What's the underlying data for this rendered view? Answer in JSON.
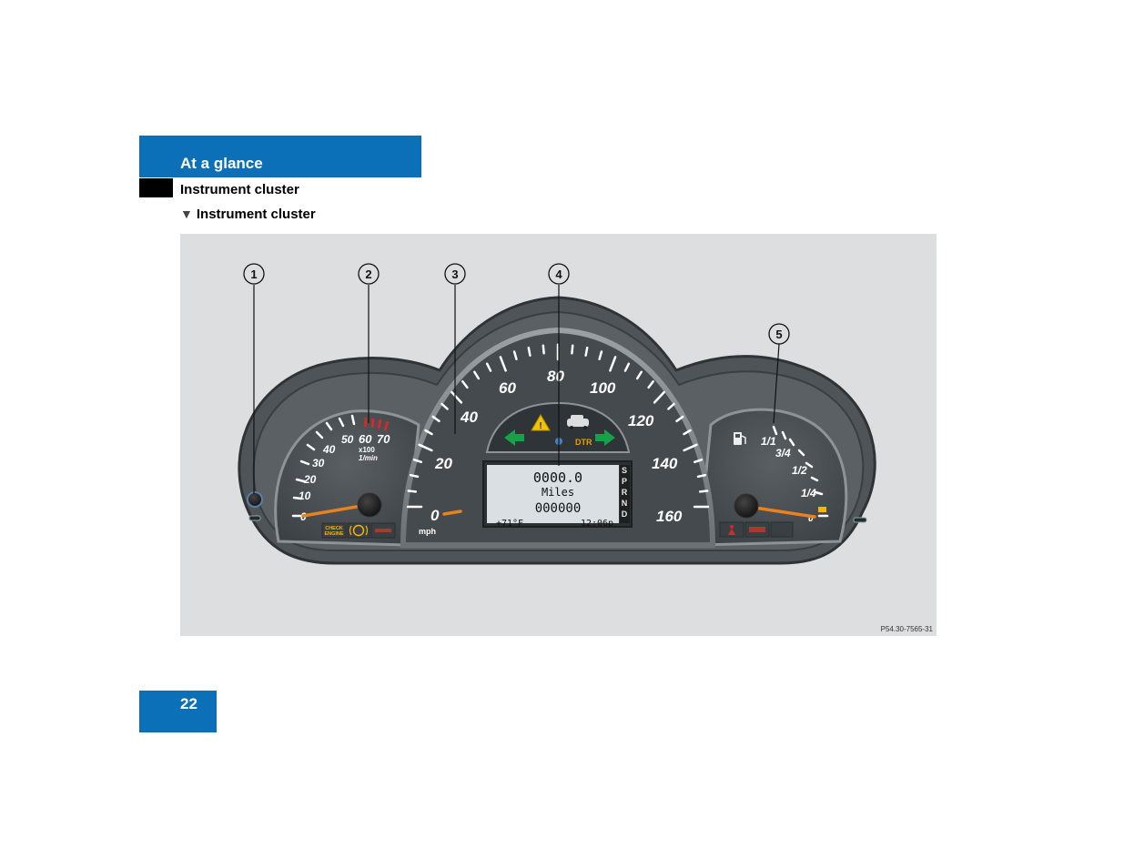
{
  "header": {
    "section_title": "At a glance",
    "subheading": "Instrument cluster",
    "subsubheading": "Instrument cluster"
  },
  "figure": {
    "callouts": [
      "1",
      "2",
      "3",
      "4",
      "5"
    ],
    "tachometer": {
      "ticks": [
        "0",
        "10",
        "20",
        "30",
        "40",
        "50",
        "60",
        "70"
      ],
      "unit_line1": "x100",
      "unit_line2": "1/min",
      "warning1": "CHECK",
      "warning2": "ENGINE"
    },
    "speedometer": {
      "ticks": [
        "0",
        "20",
        "40",
        "60",
        "80",
        "100",
        "120",
        "140",
        "160"
      ],
      "unit": "mph"
    },
    "indicators": {
      "dtr": "DTR"
    },
    "display": {
      "trip": "0000.0",
      "unit": "Miles",
      "odometer": "000000",
      "temperature": "+71°F",
      "time": "12:06p",
      "gears": [
        "S",
        "P",
        "R",
        "N",
        "D"
      ]
    },
    "fuel_gauge": {
      "ticks": [
        "1/1",
        "3/4",
        "1/2",
        "1/4",
        "0"
      ]
    },
    "figure_code": "P54.30-7565-31",
    "colors": {
      "accent": "#0b70b8",
      "needle": "#e8821e",
      "panel": "#dcdedf"
    }
  },
  "footer": {
    "page_number": "22"
  }
}
